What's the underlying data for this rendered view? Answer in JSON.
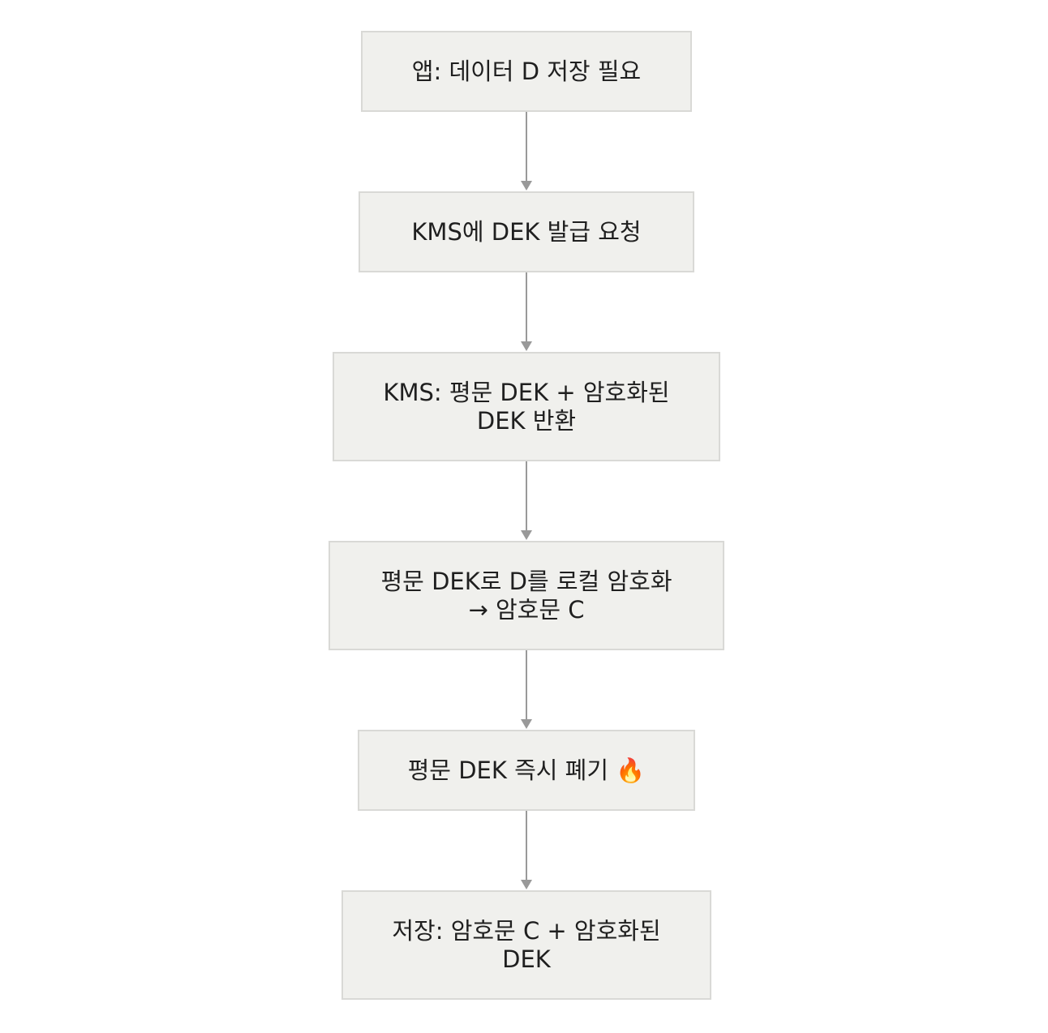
{
  "diagram": {
    "colors": {
      "node_fill": "#f0f0ed",
      "node_border": "#d9d9d6",
      "text": "#1f1f1f",
      "edge": "#999999"
    },
    "nodes": [
      {
        "id": "n1",
        "lines": [
          "앱: 데이터 D 저장 필요"
        ]
      },
      {
        "id": "n2",
        "lines": [
          "KMS에 DEK 발급 요청"
        ]
      },
      {
        "id": "n3",
        "lines": [
          "KMS: 평문 DEK + 암호화된",
          "DEK 반환"
        ]
      },
      {
        "id": "n4",
        "lines": [
          "평문 DEK로 D를 로컬 암호화",
          "→ 암호문 C"
        ]
      },
      {
        "id": "n5",
        "lines": [
          "평문 DEK 즉시 폐기 🔥"
        ]
      },
      {
        "id": "n6",
        "lines": [
          "저장: 암호문 C + 암호화된",
          "DEK"
        ]
      }
    ],
    "edges": [
      {
        "from": "n1",
        "to": "n2"
      },
      {
        "from": "n2",
        "to": "n3"
      },
      {
        "from": "n3",
        "to": "n4"
      },
      {
        "from": "n4",
        "to": "n5"
      },
      {
        "from": "n5",
        "to": "n6"
      }
    ]
  }
}
